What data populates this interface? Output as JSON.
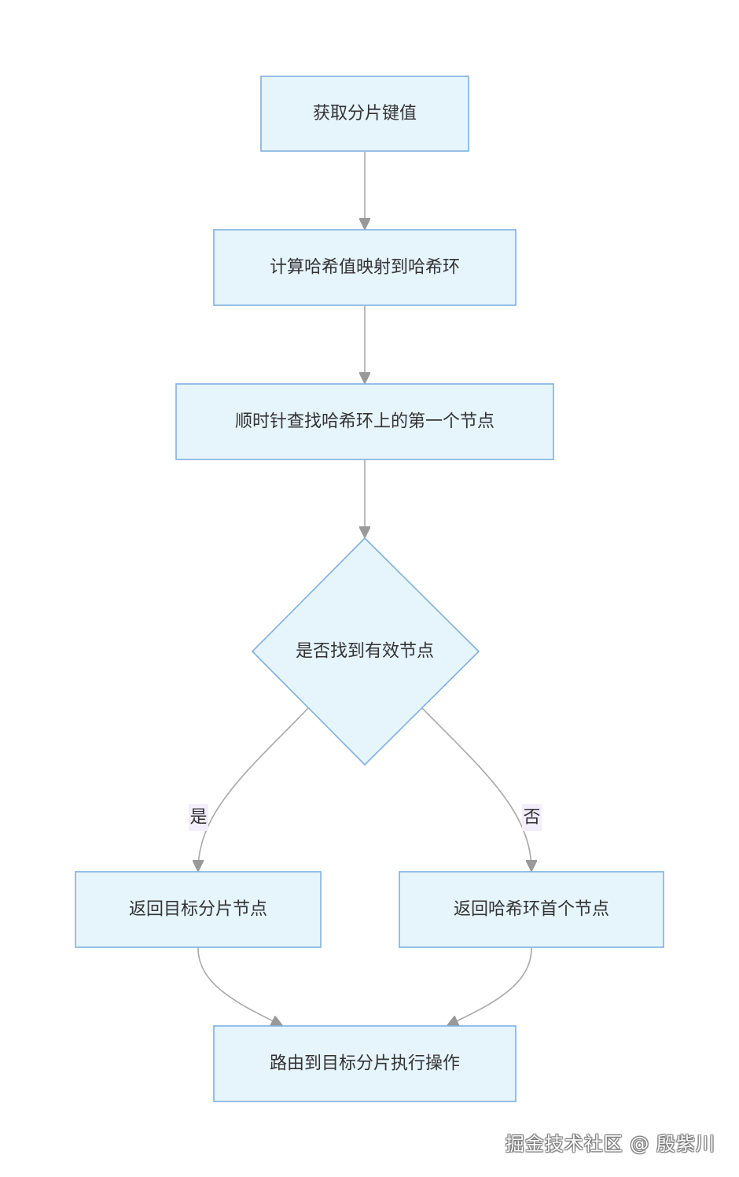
{
  "nodes": {
    "get_key": "获取分片键值",
    "hash_map": "计算哈希值映射到哈希环",
    "clockwise_find": "顺时针查找哈希环上的第一个节点",
    "decision": "是否找到有效节点",
    "return_target": "返回目标分片节点",
    "return_first": "返回哈希环首个节点",
    "route": "路由到目标分片执行操作"
  },
  "edge_labels": {
    "yes": "是",
    "no": "否"
  },
  "watermark": "掘金技术社区 @ 殷紫川",
  "colors": {
    "node_fill": "#e6f4fc",
    "node_stroke": "#7fb0df",
    "edge": "#a8a8a8",
    "label_bg": "#f3eefc"
  }
}
